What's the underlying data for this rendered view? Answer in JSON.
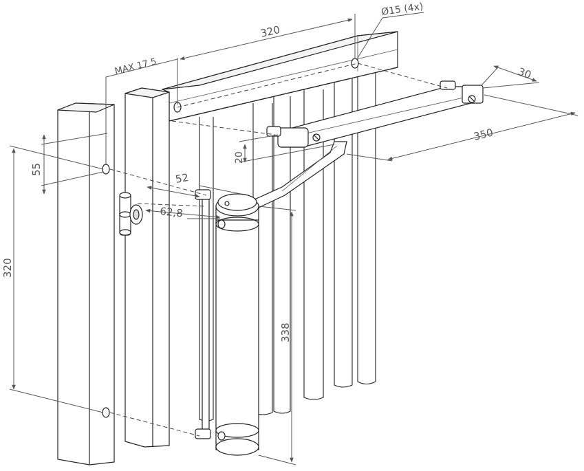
{
  "dimensions": {
    "beam_length": "320",
    "hole_spec": "Ø15 (4x)",
    "max_offset": "MAX 17 5",
    "width_30": "30",
    "arm_length": "350",
    "offset_20": "20",
    "offset_55": "55",
    "offset_52": "52",
    "offset_62_8": "62,8",
    "post_height": "320",
    "closer_height": "338"
  },
  "colors": {
    "line": "#222222",
    "dimension": "#555555",
    "pipe_fill": "#ffffff",
    "gate_fill": "#ffffff"
  }
}
